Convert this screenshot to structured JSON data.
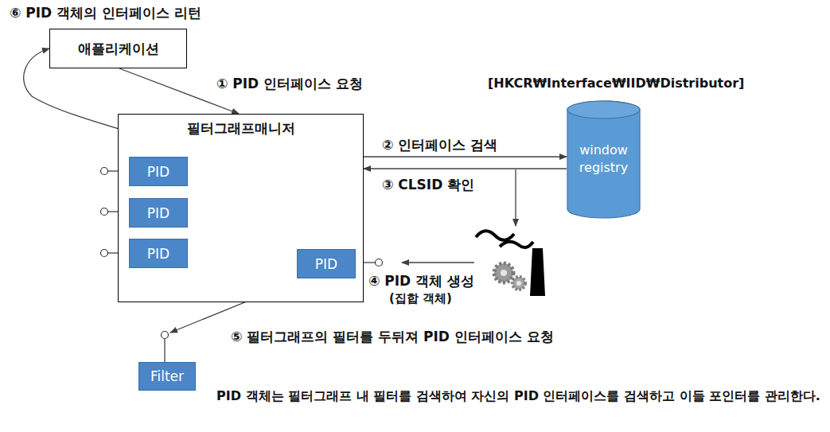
{
  "diagram": {
    "nodes": [
      {
        "text": [
          "애플리케이션"
        ]
      },
      {
        "text": [
          "필터그래프매니저"
        ]
      },
      {
        "text": [
          "PID"
        ],
        "in": 1
      },
      {
        "text": [
          "PID"
        ],
        "in": 1
      },
      {
        "text": [
          "PID"
        ],
        "in": 1
      },
      {
        "text": [
          "PID"
        ],
        "in": 1
      },
      {
        "text": [
          "window registry"
        ]
      },
      {
        "text": [
          "Filter"
        ]
      }
    ],
    "edges": [
      {
        "from": 0,
        "to": 1,
        "arrow": "to",
        "label": "① PID 인터페이스 요청"
      },
      {
        "from": 1,
        "to": 6,
        "arrow": "to",
        "label": "② 인터페이스 검색"
      },
      {
        "from": 6,
        "to": 1,
        "arrow": "to",
        "label": "③ CLSID 확인"
      },
      {
        "from": 5,
        "to": 0,
        "arrow": "to"
      },
      {
        "from": 5,
        "to": 7,
        "arrow": "to",
        "label": "⑤ 필터그래프의 필터를 두뒤져 PID 인터페이스 요청"
      }
    ],
    "labels": [
      "⑥ PID 객체의 인터페이스 리턴",
      "[HKCR₩Interface₩IID₩Distributor]",
      "④ PID 객체 생성",
      "(집합 객체)",
      "PID 객체는 필터그래프 내 필터를 검색하여 자신의 PID 인터페이스를 검색하고 이들 포인터를 관리한다."
    ]
  }
}
